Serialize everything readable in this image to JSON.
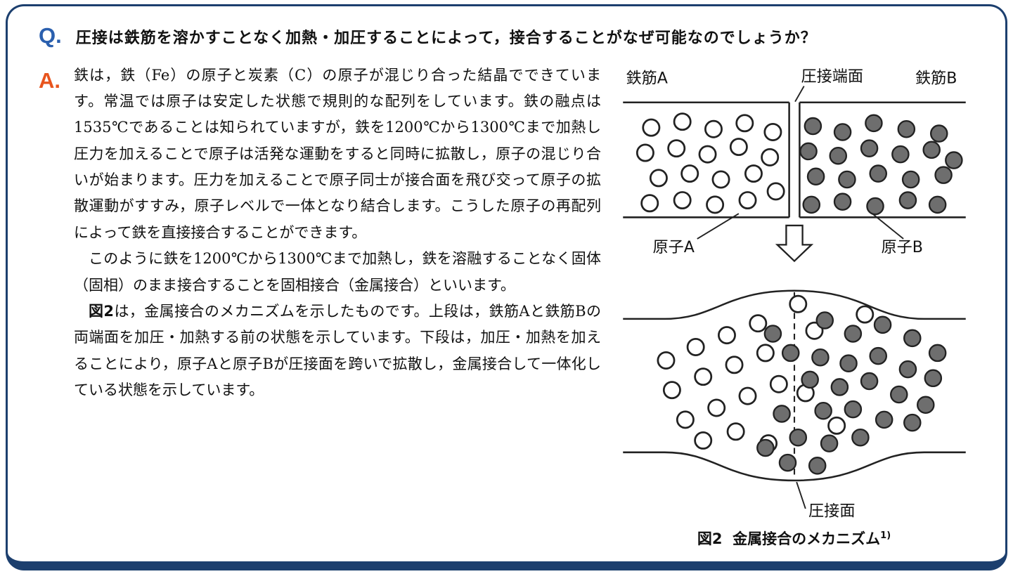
{
  "question": {
    "marker": "Q.",
    "text": "圧接は鉄筋を溶かすことなく加熱・加圧することによって，接合することがなぜ可能なのでしょうか？"
  },
  "answer": {
    "marker": "A.",
    "paragraphs": [
      {
        "text": "鉄は，鉄（Fe）の原子と炭素（C）の原子が混じり合った結晶でできています。常温では原子は安定した状態で規則的な配列をしています。鉄の融点は1535℃であることは知られていますが，鉄を1200℃から1300℃まで加熱し圧力を加えることで原子は活発な運動をすると同時に拡散し，原子の混じり合いが始まります。圧力を加えることで原子同士が接合面を飛び交って原子の拡散運動がすすみ，原子レベルで一体となり結合します。こうした原子の再配列によって鉄を直接接合することができます。"
      },
      {
        "text": "このように鉄を1200℃から1300℃まで加熱し，鉄を溶融することなく固体（固相）のまま接合することを固相接合（金属接合）といいます。"
      },
      {
        "lead": "図2",
        "text": "は，金属接合のメカニズムを示したものです。上段は，鉄筋Aと鉄筋Bの両端面を加圧・加熱する前の状態を示しています。下段は，加圧・加熱を加えることにより，原子Aと原子Bが圧接面を跨いで拡散し，金属接合して一体化している状態を示しています。"
      }
    ]
  },
  "figure": {
    "labels": {
      "rebar_a": "鉄筋A",
      "rebar_b": "鉄筋B",
      "weld_end_face": "圧接端面",
      "atom_a": "原子A",
      "atom_b": "原子B",
      "weld_face": "圧接面"
    },
    "caption": {
      "prefix": "図2",
      "text": "金属接合のメカニズム",
      "ref": "1)"
    }
  },
  "colors": {
    "frame_border": "#1c3f6e",
    "question_blue": "#2a5fae",
    "answer_red": "#e8541d",
    "atom_dark": "#6e6e6e",
    "atom_light": "#ffffff"
  }
}
